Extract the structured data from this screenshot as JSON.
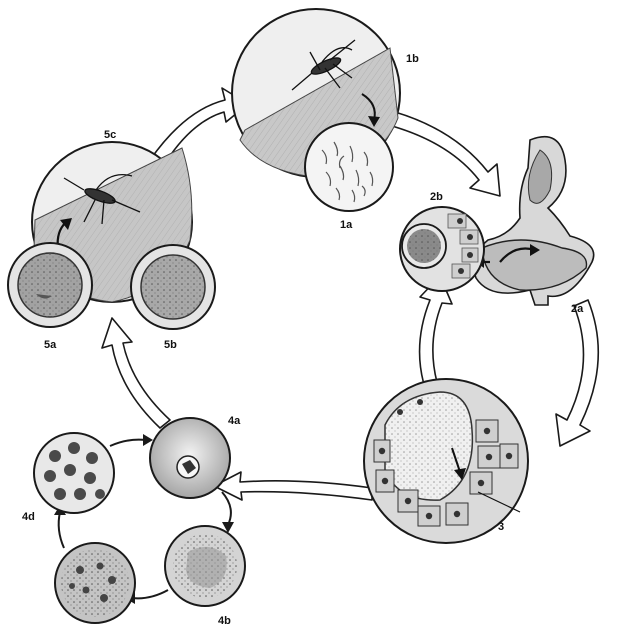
{
  "diagram": {
    "labels": {
      "l1a": "1a",
      "l1b": "1b",
      "l2a": "2a",
      "l2b": "2b",
      "l3": "3",
      "l4a": "4a",
      "l4b": "4b",
      "l4c": "",
      "l4d": "4d",
      "l5a": "5a",
      "l5b": "5b",
      "l5c": "5c"
    },
    "colors": {
      "ink": "#1a1a1a",
      "panel_fill": "#e6e6e6",
      "panel_dark": "#bdbdbd",
      "arrow_fill": "#ffffff"
    }
  }
}
